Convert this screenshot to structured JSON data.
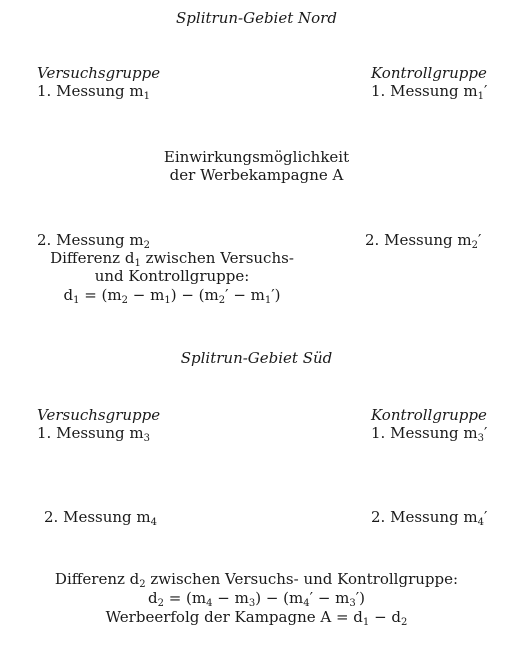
{
  "north": {
    "title": "Splitrun-Gebiet Nord",
    "left_group": "Versuchsgruppe",
    "right_group": "Kontrollgruppe",
    "left_m1": {
      "label": "1. Messung m",
      "sub": "1",
      "prime": ""
    },
    "right_m1": {
      "label": "1. Messung m",
      "sub": "1",
      "prime": "′"
    },
    "influence_line1": "Einwirkungsmöglichkeit",
    "influence_line2": "der Werbekampagne A",
    "left_m2": {
      "label": "2. Messung m",
      "sub": "2",
      "prime": ""
    },
    "right_m2": {
      "label": "2. Messung m",
      "sub": "2",
      "prime": "′"
    },
    "diff_line1_a": "Differenz d",
    "diff_line1_sub": "1",
    "diff_line1_b": " zwischen Versuchs-",
    "diff_line2": "und Kontrollgruppe:",
    "formula": {
      "d": "d",
      "d_sub": "1",
      "eq": " = (m",
      "a_sub": "2",
      "minus1": " − m",
      "b_sub": "1",
      "mid": ") − (m",
      "c_sub": "2",
      "c_prime": "′",
      "minus2": " − m",
      "e_sub": "1",
      "e_prime": "′",
      "end": ")"
    }
  },
  "south": {
    "title": "Splitrun-Gebiet Süd",
    "left_group": "Versuchsgruppe",
    "right_group": "Kontrollgruppe",
    "left_m3": {
      "label": "1. Messung m",
      "sub": "3",
      "prime": ""
    },
    "right_m3": {
      "label": "1. Messung m",
      "sub": "3",
      "prime": "′"
    },
    "left_m4": {
      "label": "2. Messung m",
      "sub": "4",
      "prime": ""
    },
    "right_m4": {
      "label": "2. Messung m",
      "sub": "4",
      "prime": "′"
    },
    "diff_a": "Differenz d",
    "diff_sub": "2",
    "diff_b": " zwischen Versuchs- und Kontrollgruppe:",
    "formula": {
      "d": "d",
      "d_sub": "2",
      "eq": " = (m",
      "a_sub": "4",
      "minus1": " − m",
      "b_sub": "3",
      "mid": ") − (m",
      "c_sub": "4",
      "c_prime": "′",
      "minus2": " − m",
      "e_sub": "3",
      "e_prime": "′",
      "end": ")"
    },
    "result_a": "Werbeerfolg der Kampagne A = d",
    "result_sub1": "1",
    "result_b": " − d",
    "result_sub2": "2"
  }
}
